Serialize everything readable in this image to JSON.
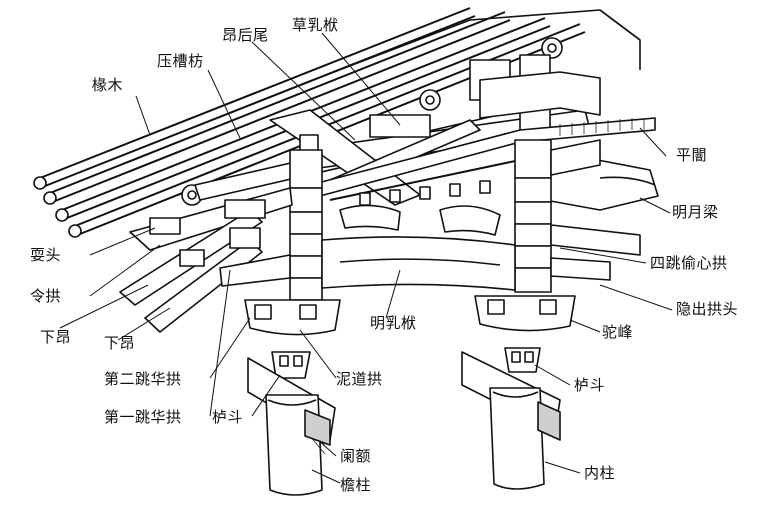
{
  "diagram": {
    "labels": {
      "chuan_mu": "椽木",
      "ya_cao_fang": "压槽枋",
      "ang_hou_wei": "昂后尾",
      "cao_ru_fu": "草乳栿",
      "ping_an": "平闇",
      "ming_yue_liang": "明月梁",
      "si_tiao_tou_xin_gong": "四跳偷心拱",
      "yin_chu_gong_tou": "隐出拱头",
      "tuo_feng": "驼峰",
      "lu_dou_right": "栌斗",
      "nei_zhu": "内柱",
      "shua_tou": "耍头",
      "ling_gong": "令拱",
      "xia_ang_1": "下昂",
      "xia_ang_2": "下昂",
      "di_er_tiao_hua_gong": "第二跳华拱",
      "di_yi_tiao_hua_gong": "第一跳华拱",
      "lu_dou_left": "栌斗",
      "ni_dao_gong": "泥道拱",
      "ming_ru_fu": "明乳栿",
      "lan_e": "阑额",
      "yan_zhu": "檐柱"
    },
    "colors": {
      "ink": "#111111",
      "paper": "#ffffff",
      "shade": "#cfcfcf"
    }
  }
}
